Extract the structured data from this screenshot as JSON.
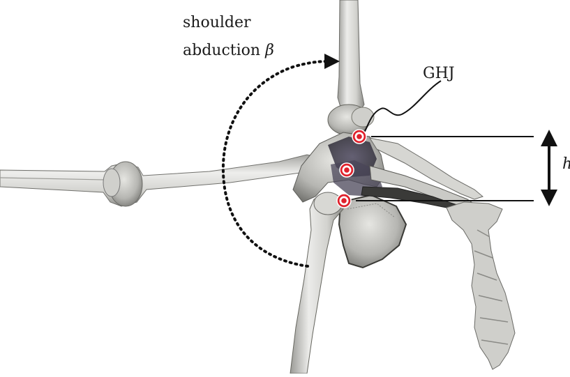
{
  "labels": {
    "shoulder": "shoulder",
    "abduction_word": "abduction",
    "abduction_symbol": "β",
    "ghj": "GHJ",
    "height_symbol": "h"
  },
  "joint_markers": [
    {
      "name": "upper-joint"
    },
    {
      "name": "middle-joint"
    },
    {
      "name": "lower-joint"
    }
  ],
  "colors": {
    "bone": "#d8d8d4",
    "bone_shadow": "#8e8e8a",
    "bone_dark": "#4f4f4c",
    "scapula_shade": "#3d3a4a",
    "marker_ring": "#e0212c",
    "annotation": "#111111"
  }
}
